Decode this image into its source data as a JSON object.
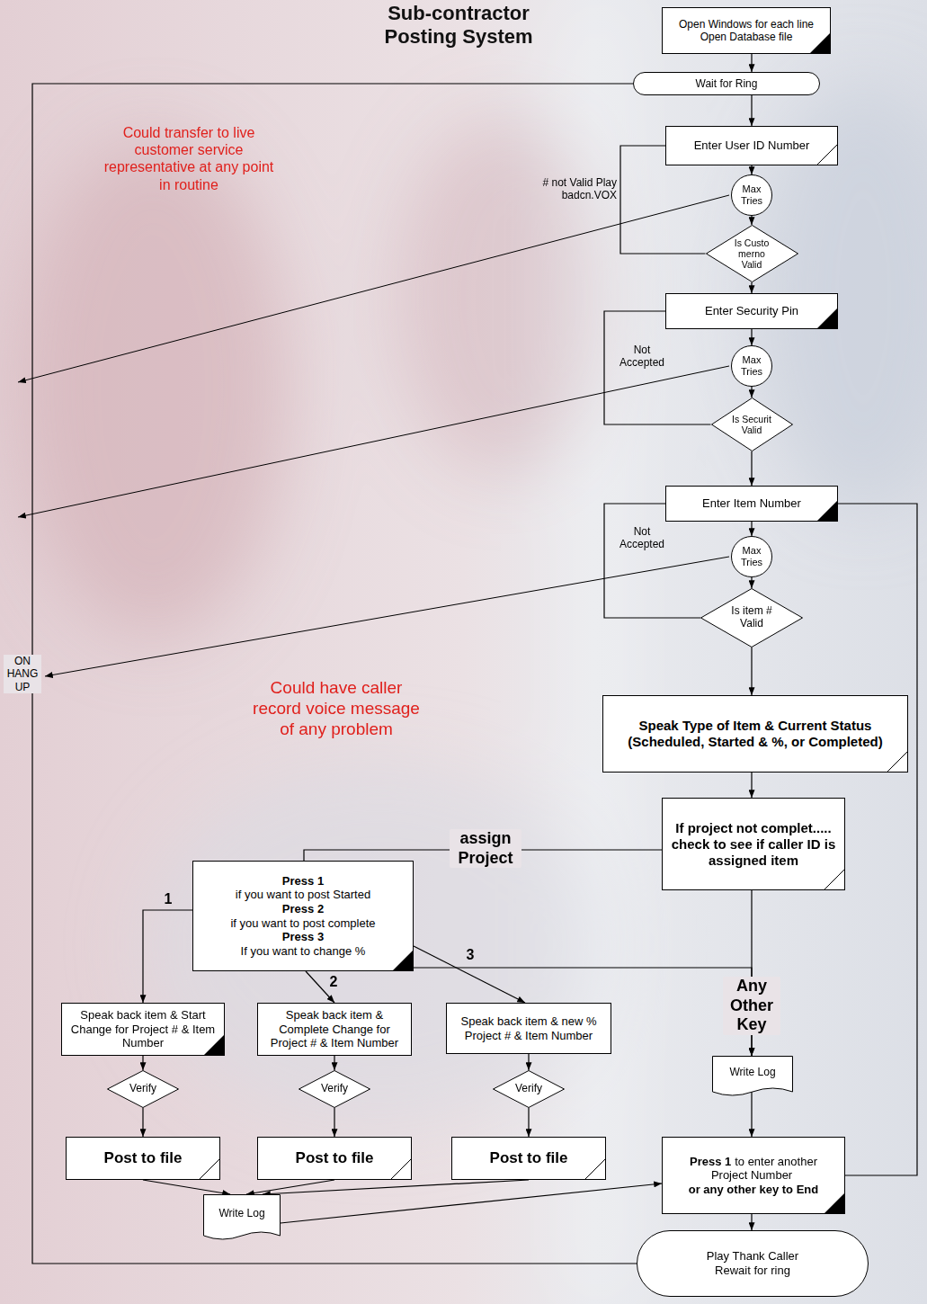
{
  "diagram": {
    "title": "Sub-contractor Posting System",
    "nodes": [
      {
        "text": [
          "Open Windows for each line Open Database file"
        ]
      },
      {
        "text": [
          "Wait for Ring"
        ]
      },
      {
        "text": [
          "Enter User ID Number"
        ]
      },
      {
        "text": [
          "Max Tries"
        ]
      },
      {
        "text": [
          "Is Custo merno Valid"
        ]
      },
      {
        "text": [
          "Enter Security Pin"
        ]
      },
      {
        "text": [
          "Max Tries"
        ]
      },
      {
        "text": [
          "Is Securit Valid"
        ]
      },
      {
        "text": [
          "Enter Item Number"
        ]
      },
      {
        "text": [
          "Max Tries"
        ]
      },
      {
        "text": [
          "Is item # Valid"
        ]
      },
      {
        "text": [
          "Speak Type of Item & Current Status (Scheduled, Started & %, or Completed)"
        ]
      },
      {
        "text": [
          "If project not complet..... check to see if caller ID is assigned item"
        ]
      },
      {
        "text": [
          "Press 1",
          "if you want to post Started",
          "Press 2",
          "if you want to post complete",
          "Press 3",
          "If you want to change %"
        ]
      },
      {
        "text": [
          "Speak back item & Start Change for Project # & Item Number"
        ]
      },
      {
        "text": [
          "Speak back item & Complete Change for Project # & Item Number"
        ]
      },
      {
        "text": [
          "Speak back item & new % Project # & Item Number"
        ]
      },
      {
        "text": [
          "Write Log"
        ]
      },
      {
        "text": [
          "Verify"
        ]
      },
      {
        "text": [
          "Verify"
        ]
      },
      {
        "text": [
          "Verify"
        ]
      },
      {
        "text": [
          "Post to file"
        ]
      },
      {
        "text": [
          "Post to file"
        ]
      },
      {
        "text": [
          "Post to file"
        ]
      },
      {
        "text": [
          "Press 1",
          "to enter another Project Number",
          "or any other key to End"
        ]
      },
      {
        "text": [
          "Write Log"
        ]
      },
      {
        "text": [
          "Play Thank Caller",
          "Rewait for ring"
        ]
      }
    ],
    "edges": [
      {
        "from": 0,
        "to": 1,
        "arrow": "to"
      },
      {
        "from": 1,
        "to": 2,
        "arrow": "to"
      },
      {
        "from": 2,
        "to": 3,
        "arrow": "to"
      },
      {
        "from": 3,
        "to": 4,
        "arrow": "to"
      },
      {
        "from": 4,
        "to": 2,
        "label": "# not Valid Play badcn.VOX",
        "arrow": "none"
      },
      {
        "from": 4,
        "to": 5,
        "arrow": "to"
      },
      {
        "from": 5,
        "to": 6,
        "arrow": "to"
      },
      {
        "from": 6,
        "to": 7,
        "arrow": "to"
      },
      {
        "from": 7,
        "to": 5,
        "label": "Not Accepted",
        "arrow": "none"
      },
      {
        "from": 7,
        "to": 8,
        "arrow": "to"
      },
      {
        "from": 8,
        "to": 9,
        "arrow": "to"
      },
      {
        "from": 9,
        "to": 10,
        "arrow": "to"
      },
      {
        "from": 10,
        "to": 8,
        "label": "Not Accepted",
        "arrow": "none"
      },
      {
        "from": 10,
        "to": 11,
        "arrow": "to"
      },
      {
        "from": 11,
        "to": 12,
        "arrow": "to"
      },
      {
        "from": 12,
        "to": 13,
        "label": "assign Project",
        "arrow": "none"
      },
      {
        "from": 12,
        "to": 17,
        "label": "Any Other Key",
        "arrow": "to"
      },
      {
        "from": 13,
        "to": 14,
        "label": "1",
        "arrow": "to"
      },
      {
        "from": 13,
        "to": 15,
        "label": "2",
        "arrow": "to"
      },
      {
        "from": 13,
        "to": 16,
        "label": "3",
        "arrow": "to"
      },
      {
        "from": 13,
        "to": 17,
        "arrow": "to"
      },
      {
        "from": 14,
        "to": 18,
        "arrow": "to"
      },
      {
        "from": 15,
        "to": 19,
        "arrow": "to"
      },
      {
        "from": 16,
        "to": 20,
        "arrow": "to"
      },
      {
        "from": 18,
        "to": 21,
        "arrow": "to"
      },
      {
        "from": 19,
        "to": 22,
        "arrow": "to"
      },
      {
        "from": 20,
        "to": 23,
        "arrow": "to"
      },
      {
        "from": 21,
        "to": 25,
        "arrow": "to"
      },
      {
        "from": 22,
        "to": 25,
        "arrow": "to"
      },
      {
        "from": 23,
        "to": 25,
        "arrow": "to"
      },
      {
        "from": 25,
        "to": 24,
        "arrow": "to"
      },
      {
        "from": 17,
        "to": 24,
        "arrow": "to"
      },
      {
        "from": 24,
        "to": 26,
        "arrow": "to"
      },
      {
        "from": 24,
        "to": 8,
        "arrow": "none"
      },
      {
        "from": 26,
        "to": 1,
        "arrow": "none"
      }
    ],
    "labels": [
      "Could transfer to live customer service representative at any point in routine",
      "ON HANG UP",
      "Could have caller record voice message of any problem"
    ]
  }
}
